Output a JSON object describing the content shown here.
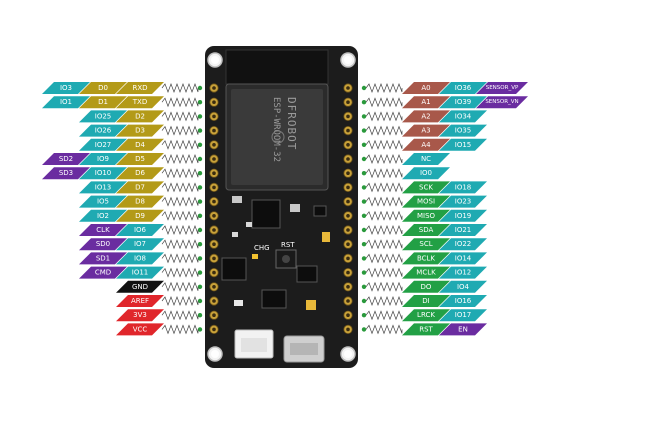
{
  "colors": {
    "teal": "#1faab2",
    "olive": "#b39a18",
    "green": "#22a045",
    "purple": "#6a2ca0",
    "red": "#e0262b",
    "black": "#111111",
    "brown": "#a8584a",
    "board": "#1c1c1c",
    "pin": "#c9a23a"
  },
  "module": {
    "brand": "DFROBOT",
    "model": "ESP-WROOM-32",
    "chg_label": "CHG",
    "rst_label": "RST"
  },
  "left_rows": [
    {
      "labels": [
        {
          "text": "IO3",
          "color": "teal"
        },
        {
          "text": "D0",
          "color": "olive"
        },
        {
          "text": "RXD",
          "color": "olive"
        }
      ]
    },
    {
      "labels": [
        {
          "text": "IO1",
          "color": "teal"
        },
        {
          "text": "D1",
          "color": "olive"
        },
        {
          "text": "TXD",
          "color": "olive"
        }
      ]
    },
    {
      "labels": [
        {
          "text": "IO25",
          "color": "teal"
        },
        {
          "text": "D2",
          "color": "olive"
        }
      ]
    },
    {
      "labels": [
        {
          "text": "IO26",
          "color": "teal"
        },
        {
          "text": "D3",
          "color": "olive"
        }
      ]
    },
    {
      "labels": [
        {
          "text": "IO27",
          "color": "teal"
        },
        {
          "text": "D4",
          "color": "olive"
        }
      ]
    },
    {
      "labels": [
        {
          "text": "SD2",
          "color": "purple"
        },
        {
          "text": "IO9",
          "color": "teal"
        },
        {
          "text": "D5",
          "color": "olive"
        }
      ]
    },
    {
      "labels": [
        {
          "text": "SD3",
          "color": "purple"
        },
        {
          "text": "IO10",
          "color": "teal"
        },
        {
          "text": "D6",
          "color": "olive"
        }
      ]
    },
    {
      "labels": [
        {
          "text": "IO13",
          "color": "teal"
        },
        {
          "text": "D7",
          "color": "olive"
        }
      ]
    },
    {
      "labels": [
        {
          "text": "IO5",
          "color": "teal"
        },
        {
          "text": "D8",
          "color": "olive"
        }
      ]
    },
    {
      "labels": [
        {
          "text": "IO2",
          "color": "teal"
        },
        {
          "text": "D9",
          "color": "olive"
        }
      ]
    },
    {
      "labels": [
        {
          "text": "CLK",
          "color": "purple"
        },
        {
          "text": "IO6",
          "color": "teal"
        }
      ]
    },
    {
      "labels": [
        {
          "text": "SD0",
          "color": "purple"
        },
        {
          "text": "IO7",
          "color": "teal"
        }
      ]
    },
    {
      "labels": [
        {
          "text": "SD1",
          "color": "purple"
        },
        {
          "text": "IO8",
          "color": "teal"
        }
      ]
    },
    {
      "labels": [
        {
          "text": "CMD",
          "color": "purple"
        },
        {
          "text": "IO11",
          "color": "teal"
        }
      ]
    },
    {
      "labels": [
        {
          "text": "GND",
          "color": "black"
        }
      ]
    },
    {
      "labels": [
        {
          "text": "AREF",
          "color": "red"
        }
      ]
    },
    {
      "labels": [
        {
          "text": "3V3",
          "color": "red"
        }
      ]
    },
    {
      "labels": [
        {
          "text": "VCC",
          "color": "red"
        }
      ]
    }
  ],
  "right_rows": [
    {
      "labels": [
        {
          "text": "A0",
          "color": "brown"
        },
        {
          "text": "IO36",
          "color": "teal"
        },
        {
          "text": "SENSOR_VP",
          "color": "purple"
        }
      ]
    },
    {
      "labels": [
        {
          "text": "A1",
          "color": "brown"
        },
        {
          "text": "IO39",
          "color": "teal"
        },
        {
          "text": "SENSOR_VN",
          "color": "purple"
        }
      ]
    },
    {
      "labels": [
        {
          "text": "A2",
          "color": "brown"
        },
        {
          "text": "IO34",
          "color": "teal"
        }
      ]
    },
    {
      "labels": [
        {
          "text": "A3",
          "color": "brown"
        },
        {
          "text": "IO35",
          "color": "teal"
        }
      ]
    },
    {
      "labels": [
        {
          "text": "A4",
          "color": "brown"
        },
        {
          "text": "IO15",
          "color": "teal"
        }
      ]
    },
    {
      "labels": [
        {
          "text": "NC",
          "color": "teal"
        }
      ]
    },
    {
      "labels": [
        {
          "text": "IO0",
          "color": "teal"
        }
      ]
    },
    {
      "labels": [
        {
          "text": "SCK",
          "color": "green"
        },
        {
          "text": "IO18",
          "color": "teal"
        }
      ]
    },
    {
      "labels": [
        {
          "text": "MOSI",
          "color": "green"
        },
        {
          "text": "IO23",
          "color": "teal"
        }
      ]
    },
    {
      "labels": [
        {
          "text": "MISO",
          "color": "green"
        },
        {
          "text": "IO19",
          "color": "teal"
        }
      ]
    },
    {
      "labels": [
        {
          "text": "SDA",
          "color": "green"
        },
        {
          "text": "IO21",
          "color": "teal"
        }
      ]
    },
    {
      "labels": [
        {
          "text": "SCL",
          "color": "green"
        },
        {
          "text": "IO22",
          "color": "teal"
        }
      ]
    },
    {
      "labels": [
        {
          "text": "BCLK",
          "color": "green"
        },
        {
          "text": "IO14",
          "color": "teal"
        }
      ]
    },
    {
      "labels": [
        {
          "text": "MCLK",
          "color": "green"
        },
        {
          "text": "IO12",
          "color": "teal"
        }
      ]
    },
    {
      "labels": [
        {
          "text": "DO",
          "color": "green"
        },
        {
          "text": "IO4",
          "color": "teal"
        }
      ]
    },
    {
      "labels": [
        {
          "text": "DI",
          "color": "green"
        },
        {
          "text": "IO16",
          "color": "teal"
        }
      ]
    },
    {
      "labels": [
        {
          "text": "LRCK",
          "color": "green"
        },
        {
          "text": "IO17",
          "color": "teal"
        }
      ]
    },
    {
      "labels": [
        {
          "text": "RST",
          "color": "green"
        },
        {
          "text": "EN",
          "color": "purple"
        }
      ]
    }
  ]
}
